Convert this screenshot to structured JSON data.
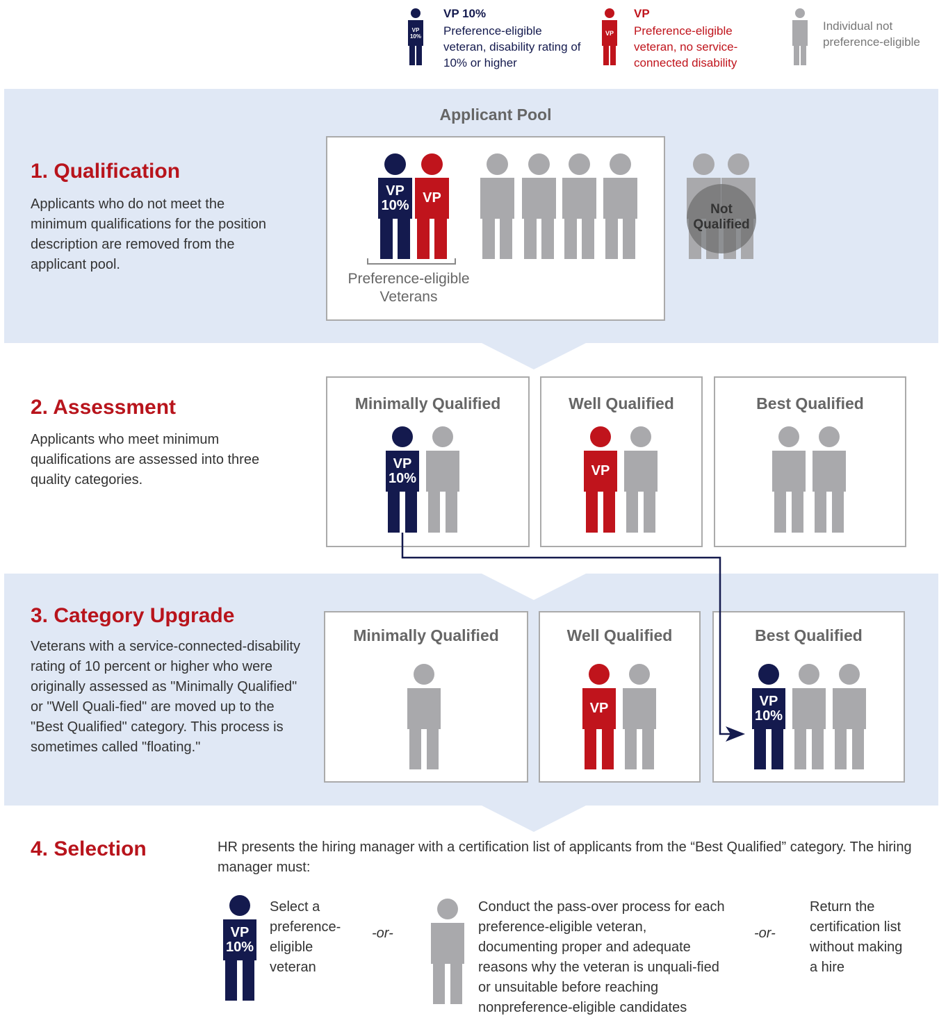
{
  "legend": [
    {
      "title": "VP 10%",
      "badge": "VP\n10%",
      "desc": "Preference-eligible veteran, disability rating of 10% or higher",
      "color": "#141a4e"
    },
    {
      "title": "VP",
      "badge": "VP",
      "desc": "Preference-eligible veteran, no service-connected disability",
      "color": "#c0141c"
    },
    {
      "title": "",
      "badge": "",
      "desc": "Individual not preference-eligible",
      "color": "#a9a9ac"
    }
  ],
  "colors": {
    "navy": "#141a4e",
    "red": "#c0141c",
    "gray": "#a9a9ac",
    "band": "#e0e8f5",
    "accent_text": "#b8141c"
  },
  "badges": {
    "vp10": "VP\n10%",
    "vp": "VP"
  },
  "step1": {
    "title": "1. Qualification",
    "desc": "Applicants who do not meet the minimum qualifications for the position description are removed from the applicant pool.",
    "box_title": "Applicant Pool",
    "group_label": "Preference-eligible\nVeterans",
    "not_qualified": "Not\nQualified"
  },
  "step2": {
    "title": "2. Assessment",
    "desc": "Applicants who meet minimum qualifications are assessed into three quality categories.",
    "categories": [
      "Minimally Qualified",
      "Well Qualified",
      "Best Qualified"
    ]
  },
  "step3": {
    "title": "3. Category Upgrade",
    "desc": "Veterans with a service-connected-disability rating of 10 percent or higher who were originally assessed as \"Minimally Qualified\" or \"Well Quali-fied\" are moved up to the \"Best Qualified\" category. This process is sometimes called \"floating.\"",
    "categories": [
      "Minimally Qualified",
      "Well Qualified",
      "Best Qualified"
    ]
  },
  "step4": {
    "title": "4. Selection",
    "intro": "HR presents the hiring manager with a certification list of applicants from the “Best Qualified” category. The hiring manager must:",
    "option1": "Select a preference-eligible veteran",
    "or1": "-or-",
    "option2": "Conduct the pass-over process for each preference-eligible veteran, documenting proper and adequate reasons why the veteran is unquali-fied or unsuitable before reaching nonpreference-eligible candidates",
    "or2": "-or-",
    "option3": "Return the certification list without making a hire"
  }
}
